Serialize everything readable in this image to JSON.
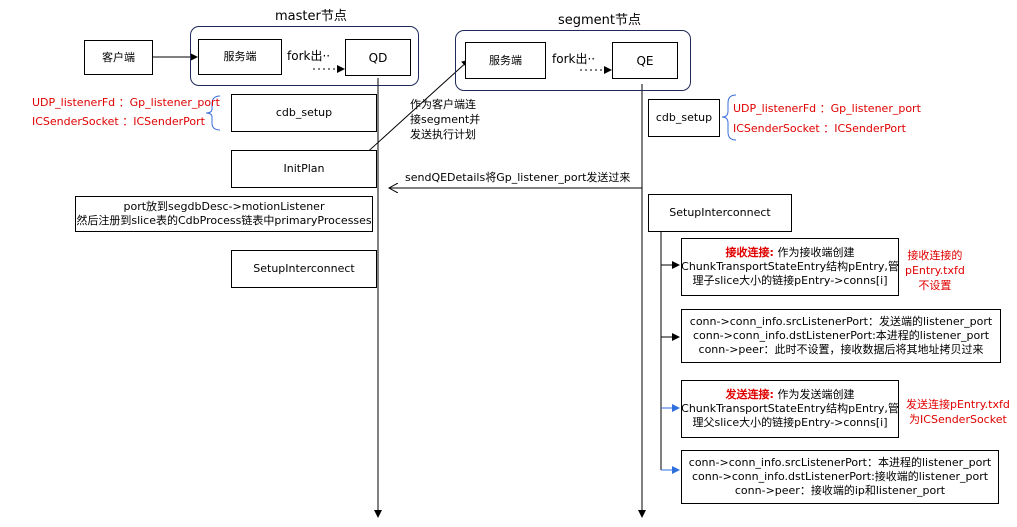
{
  "master": {
    "title": "master节点",
    "client": "客户端",
    "server": "服务端",
    "fork": "fork出··",
    "qd": "QD",
    "udp_line": "UDP_listenerFd  ：Gp_listener_port",
    "ic_line": "ICSenderSocket ：ICSenderPort",
    "cdb_setup": "cdb_setup",
    "initplan": "InitPlan",
    "motion_line1": "port放到segdbDesc->motionListener",
    "motion_line2": "然后注册到slice表的CdbProcess链表中primaryProcesses",
    "setup": "SetupInterconnect"
  },
  "segment": {
    "title": "segment节点",
    "server": "服务端",
    "fork": "fork出··",
    "qe": "QE",
    "cdb_setup": "cdb_setup",
    "udp_line": "UDP_listenerFd  ：Gp_listener_port",
    "ic_line": "ICSenderSocket ：ICSenderPort",
    "setup": "SetupInterconnect",
    "recv_box": {
      "bold": "接收连接:",
      "line1": "作为接收端创建",
      "line2": "ChunkTransportStateEntry结构pEntry,管",
      "line3": "理子slice大小的链接pEntry->conns[i]"
    },
    "recv_note": [
      "接收连接的",
      "pEntry.txfd",
      "不设置"
    ],
    "recv_conn": [
      "conn->conn_info.srcListenerPort：发送端的listener_port",
      "conn->conn_info.dstListenerPort:本进程的listener_port",
      "conn->peer：此时不设置，接收数据后将其地址拷贝过来"
    ],
    "send_box": {
      "bold": "发送连接:",
      "line1": "作为发送端创建",
      "line2": "ChunkTransportStateEntry结构pEntry,管",
      "line3": "理父slice大小的链接pEntry->conns[i]"
    },
    "send_note": [
      "发送连接pEntry.txfd",
      "为ICSenderSocket"
    ],
    "send_conn": [
      "conn->conn_info.srcListenerPort：本进程的listener_port",
      "conn->conn_info.dstListenerPort:接收端的listener_port",
      "conn->peer：接收端的ip和listener_port"
    ]
  },
  "annotations": {
    "client_connect": [
      "作为客户端连",
      "接segment并",
      "发送执行计划"
    ],
    "send_details": "sendQEDetails将Gp_listener_port发送过来"
  }
}
